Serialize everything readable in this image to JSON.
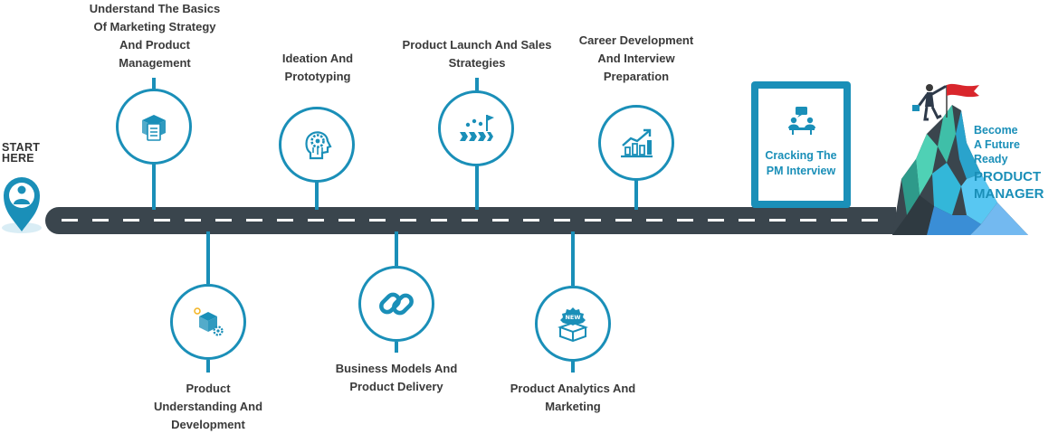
{
  "start": {
    "line1": "START",
    "line2": "HERE"
  },
  "steps_top": [
    {
      "label": "Understand The Basics Of Marketing Strategy And Product Management",
      "icon": "box-checklist-icon"
    },
    {
      "label": "Ideation And Prototyping",
      "icon": "head-gear-icon"
    },
    {
      "label": "Product Launch And Sales Strategies",
      "icon": "launch-flag-icon"
    },
    {
      "label": "Career Development And Interview Preparation",
      "icon": "growth-chart-icon"
    }
  ],
  "steps_bottom": [
    {
      "label": "Product Understanding And Development",
      "icon": "box-gear-icon"
    },
    {
      "label": "Business Models And Product Delivery",
      "icon": "chain-link-icon"
    },
    {
      "label": "Product Analytics And Marketing",
      "icon": "new-product-box-icon"
    }
  ],
  "pm_interview": {
    "label": "Cracking The PM Interview",
    "icon": "interview-table-icon"
  },
  "goal": {
    "line1": "Become",
    "line2": "A Future",
    "line3": "Ready",
    "line4": "PRODUCT",
    "line5": "MANAGER"
  },
  "colors": {
    "accent": "#1a8fb8",
    "road": "#3a454d",
    "text": "#3a3a3a"
  }
}
